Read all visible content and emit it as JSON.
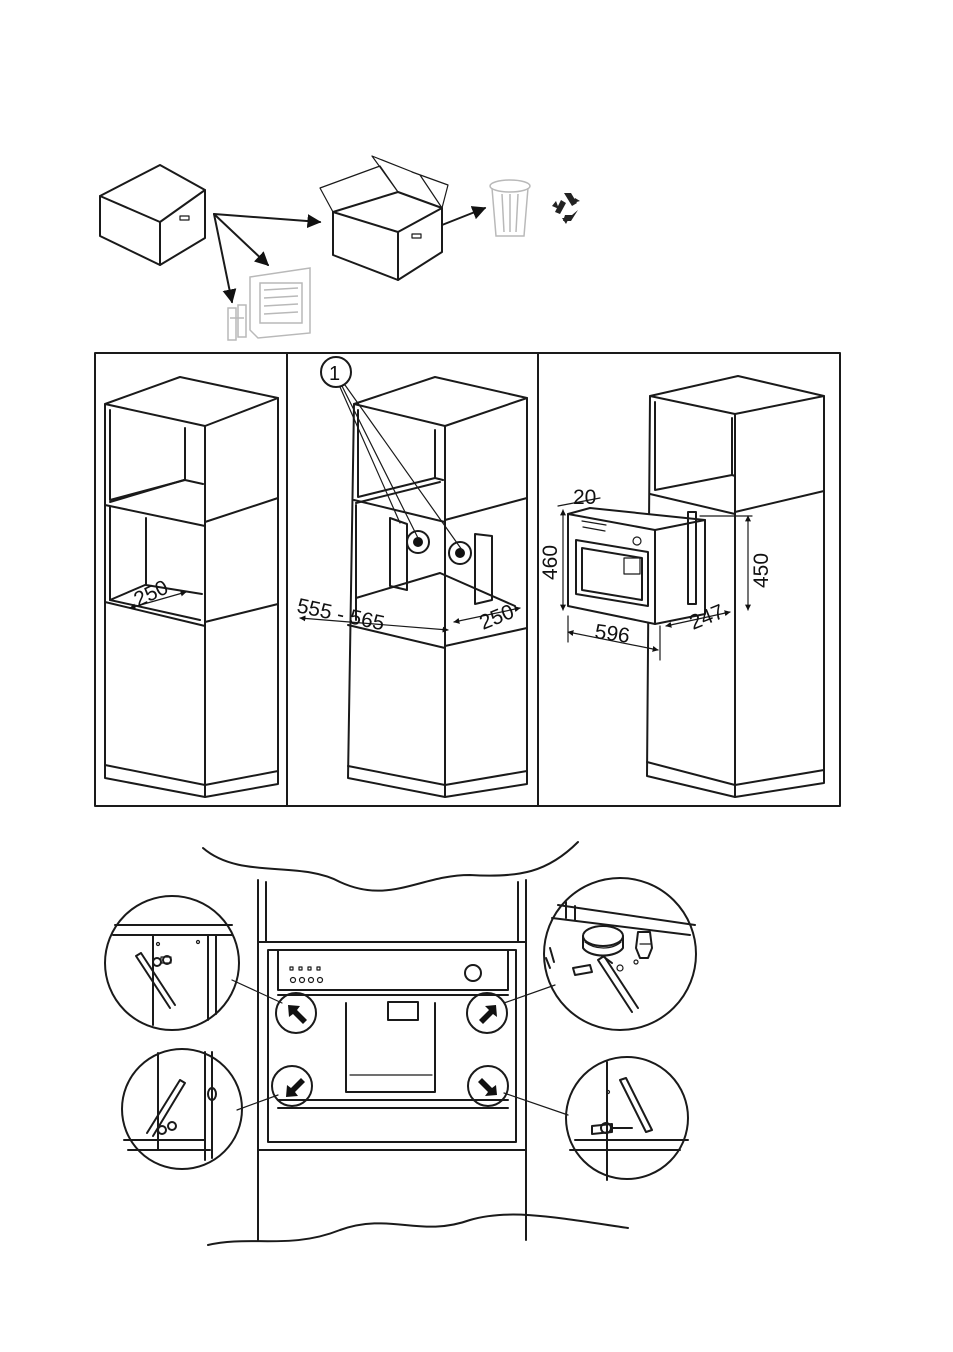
{
  "figure": {
    "step1_dimensions": {
      "depth": "250"
    },
    "step2_dimensions": {
      "callout": "1",
      "depth_range": "555 - 565",
      "depth": "250"
    },
    "step3_dimensions": {
      "offset": "20",
      "height": "460",
      "niche_height": "450",
      "width": "596",
      "depth": "247"
    }
  },
  "icons": [
    "closed-box-icon",
    "open-box-icon",
    "trash-bin-icon",
    "recycle-icon",
    "screw-icon",
    "allen-key-icon"
  ]
}
